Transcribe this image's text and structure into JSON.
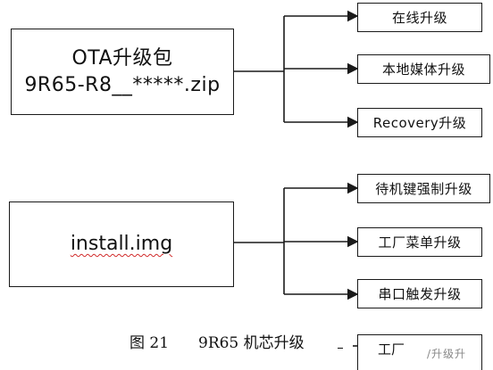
{
  "sources": [
    {
      "lines": [
        "OTA升级包",
        "9R65-R8__*****.zip"
      ]
    },
    {
      "lines": [
        "install.img"
      ]
    }
  ],
  "targets": [
    [
      "在线升级",
      "本地媒体升级",
      "Recovery升级"
    ],
    [
      "待机键强制升级",
      "工厂菜单升级",
      "串口触发升级"
    ]
  ],
  "caption": {
    "figure_number": "图 21",
    "text": "9R65 机芯升级"
  },
  "partial_box_label": "工厂",
  "partial_ghost_text": "/升级升"
}
